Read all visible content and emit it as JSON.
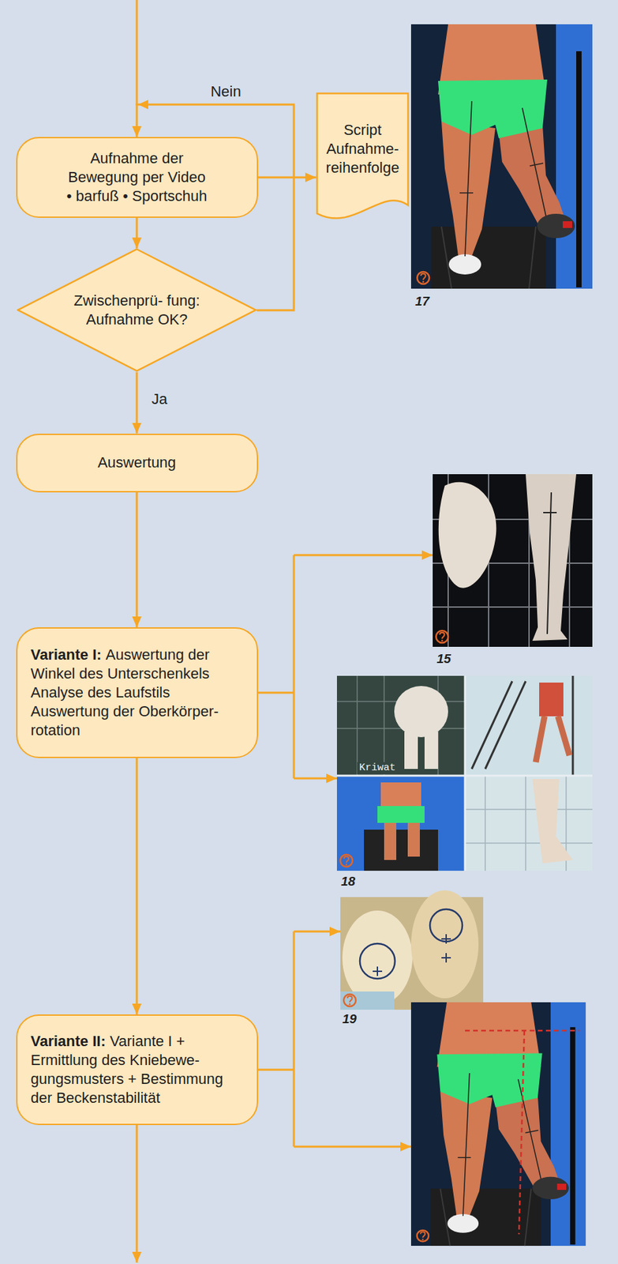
{
  "diagram": {
    "nodes": [
      {
        "text": [
          "Aufnahme der Bewegung per Video • barfuß • Sportschuh"
        ]
      },
      {
        "text": [
          "Script Aufnahme- reihenfolge"
        ]
      },
      {
        "text": [
          "Zwischenprü- fung: Aufnahme OK?"
        ]
      },
      {
        "text": [
          "Auswertung"
        ]
      },
      {
        "text": [
          "Variante I:",
          "Auswertung der Winkel des Unterschenkels Analyse des Laufstils Auswertung der Oberkörper- rotation"
        ]
      },
      {
        "text": [
          "Variante II:",
          "Variante I + Ermittlung des Kniebewe- gungsmusters + Bestimmung der Beckenstabilität"
        ]
      }
    ],
    "edges": [
      {
        "from": 0,
        "to": 1,
        "arrow": "to"
      },
      {
        "from": 0,
        "to": 2,
        "arrow": "to"
      },
      {
        "from": 2,
        "to": 0,
        "label": "Nein",
        "arrow": "to"
      },
      {
        "from": 2,
        "to": 3,
        "label": "Ja",
        "arrow": "to"
      },
      {
        "from": 3,
        "to": 4,
        "arrow": "to"
      },
      {
        "from": 4,
        "to": 5,
        "arrow": "to"
      }
    ],
    "labels": [
      "17",
      "15",
      "Kriwat",
      "18",
      "19"
    ]
  }
}
